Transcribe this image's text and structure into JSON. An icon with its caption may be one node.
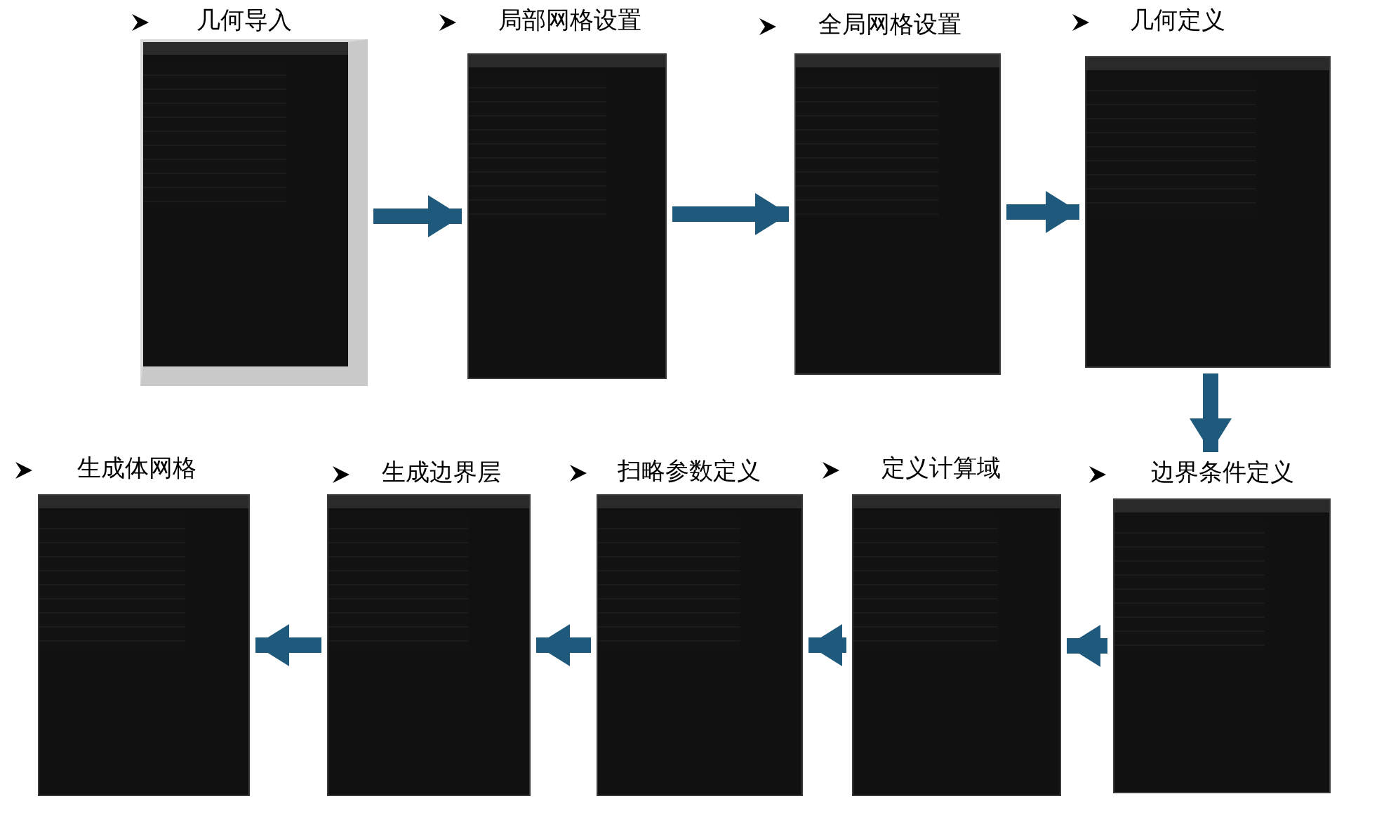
{
  "diagram": {
    "nodes": [
      {
        "text": [
          "几何导入"
        ]
      },
      {
        "text": [
          "局部网格设置"
        ]
      },
      {
        "text": [
          "全局网格设置"
        ]
      },
      {
        "text": [
          "几何定义"
        ]
      },
      {
        "text": [
          "边界条件定义"
        ]
      },
      {
        "text": [
          "定义计算域"
        ]
      },
      {
        "text": [
          "扫略参数定义"
        ]
      },
      {
        "text": [
          "生成边界层"
        ]
      },
      {
        "text": [
          "生成体网格"
        ]
      }
    ],
    "edges": [
      {
        "from": 0,
        "to": 1,
        "arrow": "to"
      },
      {
        "from": 1,
        "to": 2,
        "arrow": "to"
      },
      {
        "from": 2,
        "to": 3,
        "arrow": "to"
      },
      {
        "from": 3,
        "to": 4,
        "arrow": "to"
      },
      {
        "from": 4,
        "to": 5,
        "arrow": "to"
      },
      {
        "from": 5,
        "to": 6,
        "arrow": "to"
      },
      {
        "from": 6,
        "to": 7,
        "arrow": "to"
      },
      {
        "from": 7,
        "to": 8,
        "arrow": "to"
      }
    ]
  }
}
